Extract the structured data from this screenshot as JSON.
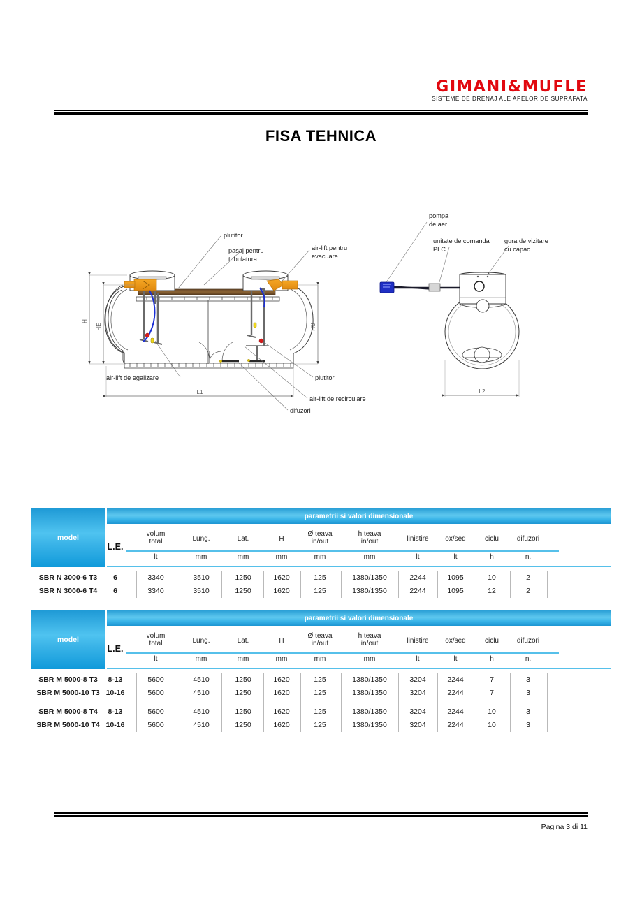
{
  "header": {
    "logo_name": "GIMANI&MUFLE",
    "logo_subtitle": "SISTEME DE DRENAJ ALE APELOR DE SUPRAFATA",
    "logo_color": "#e1080f",
    "title": "FISA TEHNICA"
  },
  "footer": {
    "page_label": "Pagina 3 di 11"
  },
  "diagram": {
    "left_view": {
      "callouts": [
        "plutitor",
        "pasaj pentru\ntubulatura",
        "air-lift pentru\nevacuare",
        "air-lift de egalizare",
        "plutitor",
        "air-lift de recirculare",
        "difuzori"
      ],
      "callout_plutitor_top": "plutitor",
      "callout_pasaj_1": "pasaj pentru",
      "callout_pasaj_2": "tubulatura",
      "callout_airlift_evac_1": "air-lift pentru",
      "callout_airlift_evac_2": "evacuare",
      "callout_airlift_egalizare": "air-lift de egalizare",
      "callout_plutitor_right": "plutitor",
      "callout_airlift_recirculare": "air-lift de recirculare",
      "callout_difuzori": "difuzori",
      "dim_h": "H",
      "dim_he": "HE",
      "dim_hu": "HU",
      "dim_l1": "L1"
    },
    "right_view": {
      "callout_pompa_1": "pompa",
      "callout_pompa_2": "de aer",
      "callout_plc_1": "unitate de comanda",
      "callout_plc_2": "PLC",
      "callout_gura_1": "gura de vizitare",
      "callout_gura_2": "cu capac",
      "dim_l2": "L2"
    }
  },
  "tables": [
    {
      "banner": "parametrii si valori dimensionale",
      "model_label": "model",
      "le_label": "L.E.",
      "headers": [
        "volum\ntotal",
        "Lung.",
        "Lat.",
        "H",
        "Ø teava\nin/out",
        "h teava\nin/out",
        "linistire",
        "ox/sed",
        "ciclu",
        "difuzori"
      ],
      "headers_l1": [
        "volum",
        "Lung.",
        "Lat.",
        "H",
        "Ø teava",
        "h teava",
        "linistire",
        "ox/sed",
        "ciclu",
        "difuzori"
      ],
      "headers_l2": [
        "total",
        "",
        "",
        "",
        "in/out",
        "in/out",
        "",
        "",
        "",
        ""
      ],
      "units": [
        "lt",
        "mm",
        "mm",
        "mm",
        "mm",
        "mm",
        "lt",
        "lt",
        "h",
        "n."
      ],
      "row_groups": [
        [
          {
            "model": "SBR N 3000-6 T3",
            "le": "6",
            "values": [
              "3340",
              "3510",
              "1250",
              "1620",
              "125",
              "1380/1350",
              "2244",
              "1095",
              "10",
              "2"
            ]
          },
          {
            "model": "SBR N 3000-6 T4",
            "le": "6",
            "values": [
              "3340",
              "3510",
              "1250",
              "1620",
              "125",
              "1380/1350",
              "2244",
              "1095",
              "12",
              "2"
            ]
          }
        ]
      ]
    },
    {
      "banner": "parametrii si valori dimensionale",
      "model_label": "model",
      "le_label": "L.E.",
      "headers_l1": [
        "volum",
        "Lung.",
        "Lat.",
        "H",
        "Ø teava",
        "h teava",
        "linistire",
        "ox/sed",
        "ciclu",
        "difuzori"
      ],
      "headers_l2": [
        "total",
        "",
        "",
        "",
        "in/out",
        "in/out",
        "",
        "",
        "",
        ""
      ],
      "units": [
        "lt",
        "mm",
        "mm",
        "mm",
        "mm",
        "mm",
        "lt",
        "lt",
        "h",
        "n."
      ],
      "row_groups": [
        [
          {
            "model": "SBR M 5000-8 T3",
            "le": "8-13",
            "values": [
              "5600",
              "4510",
              "1250",
              "1620",
              "125",
              "1380/1350",
              "3204",
              "2244",
              "7",
              "3"
            ]
          },
          {
            "model": "SBR M 5000-10 T3",
            "le": "10-16",
            "values": [
              "5600",
              "4510",
              "1250",
              "1620",
              "125",
              "1380/1350",
              "3204",
              "2244",
              "7",
              "3"
            ]
          }
        ],
        [
          {
            "model": "SBR M 5000-8 T4",
            "le": "8-13",
            "values": [
              "5600",
              "4510",
              "1250",
              "1620",
              "125",
              "1380/1350",
              "3204",
              "2244",
              "10",
              "3"
            ]
          },
          {
            "model": "SBR M 5000-10 T4",
            "le": "10-16",
            "values": [
              "5600",
              "4510",
              "1250",
              "1620",
              "125",
              "1380/1350",
              "3204",
              "2244",
              "10",
              "3"
            ]
          }
        ]
      ]
    }
  ],
  "colors": {
    "brand_red": "#e1080f",
    "table_blue_dark": "#1d96d2",
    "table_blue_light": "#5ec8ef",
    "rule_line": "#56c0ea"
  }
}
